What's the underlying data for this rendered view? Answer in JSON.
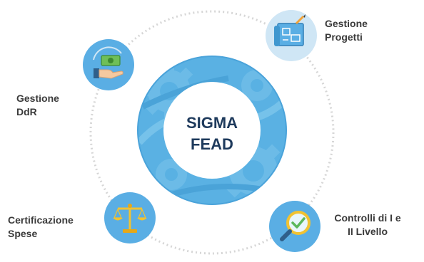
{
  "center": {
    "line1": "SIGMA",
    "line2": "FEAD"
  },
  "modules": [
    {
      "line1": "Gestione",
      "line2": "Progetti",
      "icon": "blueprint-icon"
    },
    {
      "line1": "Gestione",
      "line2": "DdR",
      "icon": "money-hand-icon"
    },
    {
      "line1": "Certificazione",
      "line2": "Spese",
      "icon": "scales-icon"
    },
    {
      "line1": "Controlli di I e",
      "line2": "II Livello",
      "icon": "magnifier-check-icon"
    }
  ],
  "colors": {
    "ring": "#5ab1e3",
    "ring_dark": "#3f97cf",
    "orbit": "#d9d9d9",
    "icon_bg": "#5aaee4",
    "icon_bg_light": "#cfe6f5",
    "title": "#1e3a5c"
  }
}
